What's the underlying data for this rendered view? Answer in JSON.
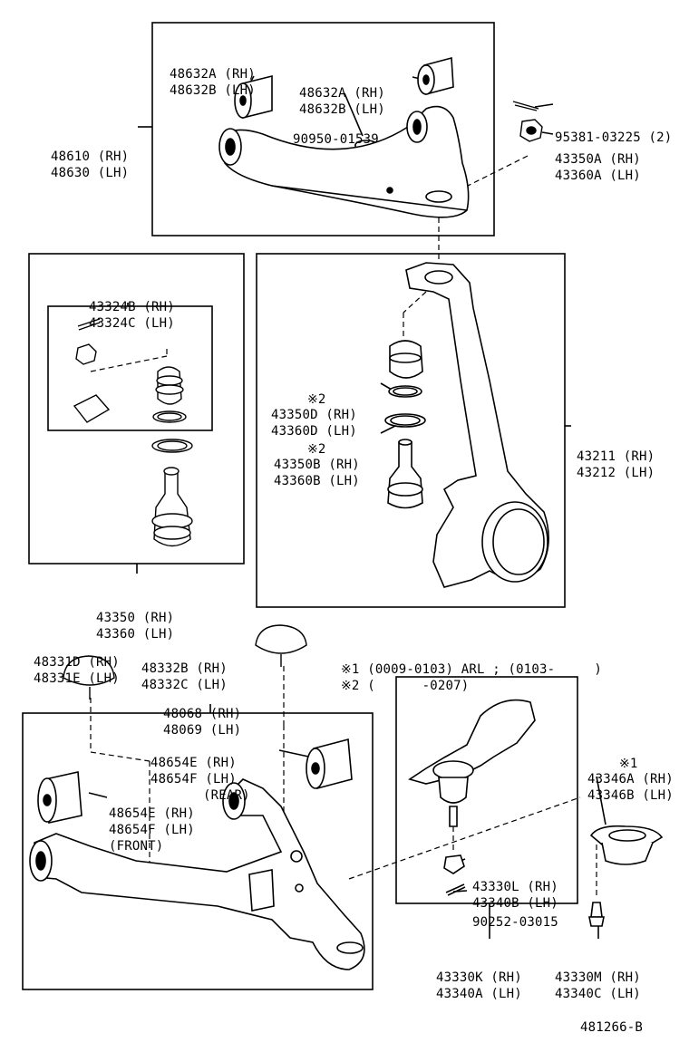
{
  "labels": {
    "upper_bush_left": [
      "48632A (RH)",
      "48632B (LH)"
    ],
    "upper_bush_right": [
      "48632A (RH)",
      "48632B (LH)"
    ],
    "upper_arm": [
      "48610 (RH)",
      "48630 (LH)"
    ],
    "cap": "90950-01539",
    "upper_pin": "95381-03225 (2)",
    "upper_nut": [
      "43350A (RH)",
      "43360A (LH)"
    ],
    "lower_ball_kit": [
      "43324B (RH)",
      "43324C (LH)"
    ],
    "ball_joint_center": [
      "43350D (RH)",
      "43360D (LH)"
    ],
    "ball_joint_lower": [
      "43350B (RH)",
      "43360B (LH)"
    ],
    "mark2": "※2",
    "knuckle": [
      "43211 (RH)",
      "43212 (LH)"
    ],
    "lower_ball_joint": [
      "43350 (RH)",
      "43360 (LH)"
    ],
    "bumper_left": [
      "48331D (RH)",
      "48331E (LH)"
    ],
    "bumper_right": [
      "48332B (RH)",
      "48332C (LH)"
    ],
    "notes": [
      "※1 (0009-0103) ARL ; (0103-     )",
      "※2 (      -0207)"
    ],
    "lower_arm": [
      "48068 (RH)",
      "48069 (LH)"
    ],
    "rear_bush": [
      "48654E (RH)",
      "48654F (LH)",
      "(REAR)"
    ],
    "front_bush": [
      "48654E (RH)",
      "48654F (LH)",
      "(FRONT)"
    ],
    "mark1": "※1",
    "dust_cover": [
      "43346A (RH)",
      "43346B (LH)"
    ],
    "lower_nut": [
      "43330L (RH)",
      "43340B (LH)"
    ],
    "lower_pin": "90252-03015",
    "lower_joint_assy": [
      "43330K (RH)",
      "43340A (LH)"
    ],
    "bolt": [
      "43330M (RH)",
      "43340C (LH)"
    ],
    "figure_id": "481266-B"
  }
}
